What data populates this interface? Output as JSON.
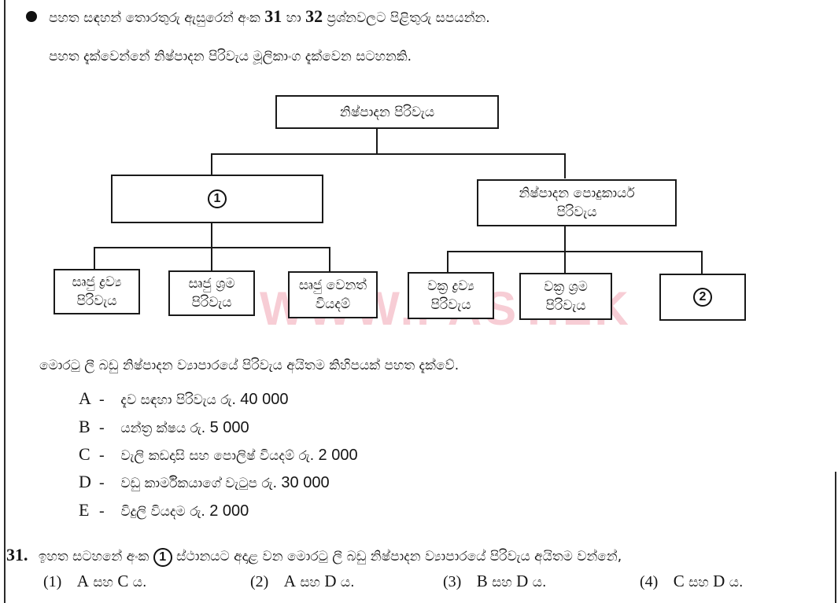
{
  "intro": {
    "line1_prefix": "පහත සඳහන් තොරතුරු ඇසුරෙන් අංක",
    "q_a": "31",
    "line1_mid": "හා",
    "q_b": "32",
    "line1_suffix": "ප්‍රශ්නවලට පිළිතුරු සපයන්න.",
    "line2": "පහත දැක්වෙන්නේ නිෂ්පාදන පිරිවැය මූලිකාංග දැක්වෙන සටහනකි."
  },
  "diagram": {
    "root": "නිෂ්පාදන පිරිවැය",
    "left_branch": "1",
    "right_branch_line1": "නිෂ්පාදන පොදුකාර්ය",
    "right_branch_line2": "පිරිවැය",
    "leaves": [
      {
        "line1": "සෘජු ද්‍රව්‍ය",
        "line2": "පිරිවැය"
      },
      {
        "line1": "සෘජු ශ්‍රම",
        "line2": "පිරිවැය"
      },
      {
        "line1": "සෘජු වෙනත්",
        "line2": "වියදම්"
      },
      {
        "line1": "වක්‍ර ද්‍රව්‍ය",
        "line2": "පිරිවැය"
      },
      {
        "line1": "වක්‍ර ශ්‍රම",
        "line2": "පිරිවැය"
      },
      {
        "line1": "2",
        "line2": ""
      }
    ],
    "watermark": "WWW.PAST.LK"
  },
  "costs": {
    "heading": "මොරටු ලී බඩු නිෂ්පාදන ව්‍යාපාරයේ පිරිවැය අයිතම කිහිපයක් පහත දැක්වේ.",
    "items": [
      {
        "letter": "A",
        "desc": "දැව සඳහා පිරිවැය",
        "currency": "රු.",
        "amount": "40 000"
      },
      {
        "letter": "B",
        "desc": "යන්ත්‍ර ක්ෂය",
        "currency": "රු.",
        "amount": "5 000"
      },
      {
        "letter": "C",
        "desc": "වැලි කඩදාසි සහ පොලිෂ් වියදම්",
        "currency": "රු.",
        "amount": "2 000"
      },
      {
        "letter": "D",
        "desc": "වඩු කාර්මිකයාගේ වැටුප",
        "currency": "රු.",
        "amount": "30 000"
      },
      {
        "letter": "E",
        "desc": "විදුලි වියදම",
        "currency": "රු.",
        "amount": "2 000"
      }
    ]
  },
  "question31": {
    "number": "31.",
    "text_before": "ඉහත සටහනේ අංක",
    "marker": "1",
    "text_after": "ස්ථානයට අදාළ වන මොරටු ලී බඩු නිෂ්පාදන ව්‍යාපාරයේ පිරිවැය අයිතම වන්නේ,",
    "options": [
      {
        "num": "(1)",
        "a": "A",
        "conj": "සහ",
        "b": "C",
        "end": "ය."
      },
      {
        "num": "(2)",
        "a": "A",
        "conj": "සහ",
        "b": "D",
        "end": "ය."
      },
      {
        "num": "(3)",
        "a": "B",
        "conj": "සහ",
        "b": "D",
        "end": "ය."
      },
      {
        "num": "(4)",
        "a": "C",
        "conj": "සහ",
        "b": "D",
        "end": "ය."
      }
    ]
  }
}
